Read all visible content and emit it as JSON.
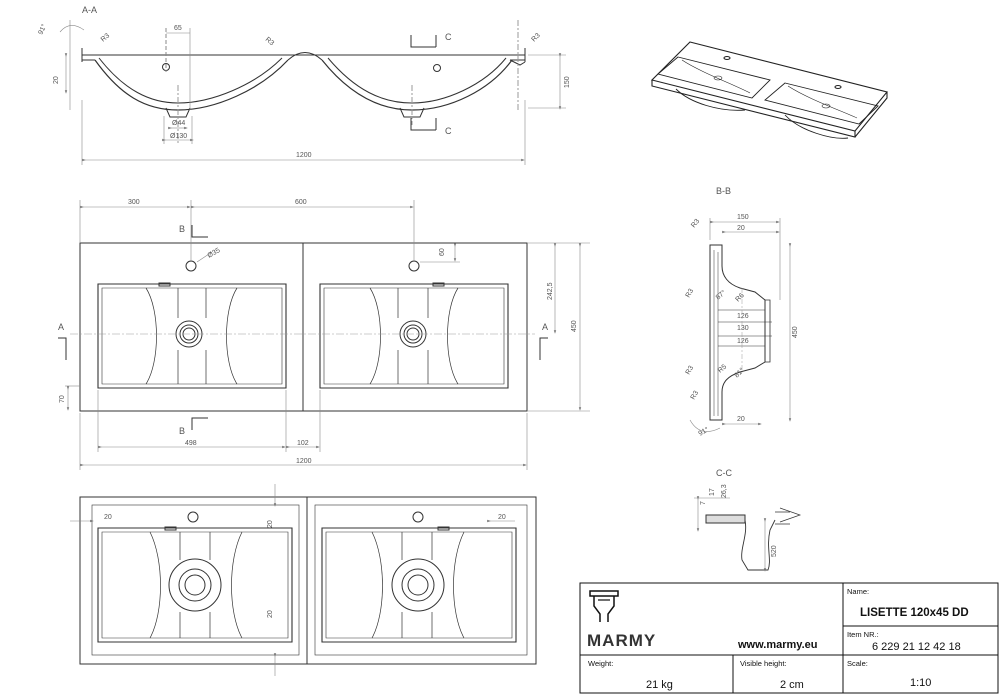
{
  "views": {
    "section_aa": {
      "title": "A-A",
      "dims": {
        "angle": "91°",
        "r1": "R3",
        "r2": "R3",
        "r3": "R3",
        "d65": "65",
        "h20": "20",
        "h150": "150",
        "d44": "Ø44",
        "d130": "Ø130",
        "total": "1200"
      },
      "cut_label": "C"
    },
    "top_view": {
      "dims": {
        "d300": "300",
        "d600": "600",
        "d35": "Ø35",
        "d60": "60",
        "d2425": "242,5",
        "d450": "450",
        "d70": "70",
        "d498": "498",
        "d102": "102",
        "total": "1200"
      },
      "cut_a": "A",
      "cut_b": "B"
    },
    "bottom_view": {
      "dims": {
        "d20a": "20",
        "d20b": "20",
        "d20c": "20",
        "d20d": "20"
      }
    },
    "section_bb": {
      "title": "B-B",
      "dims": {
        "r3a": "R3",
        "d150": "150",
        "d20a": "20",
        "r3b": "R3",
        "a87": "87°",
        "r6": "R6",
        "d126a": "126",
        "d130": "130",
        "d126b": "126",
        "d450": "450",
        "r3c": "R3",
        "r5": "R5",
        "a81": "81°",
        "r3d": "R3",
        "a91": "91°",
        "d20b": "20"
      }
    },
    "section_cc": {
      "title": "C-C",
      "dims": {
        "d263": "26,3",
        "d17": "17",
        "d7": "7",
        "d520": "520"
      }
    }
  },
  "title_block": {
    "brand": "MARMY",
    "website": "www.marmy.eu",
    "name_label": "Name:",
    "name_value": "LISETTE 120x45 DD",
    "item_label": "Item NR.:",
    "item_value": "6 229 21 12 42 18",
    "weight_label": "Weight:",
    "weight_value": "21 kg",
    "visible_height_label": "Visible height:",
    "visible_height_value": "2 cm",
    "scale_label": "Scale:",
    "scale_value": "1:10"
  }
}
